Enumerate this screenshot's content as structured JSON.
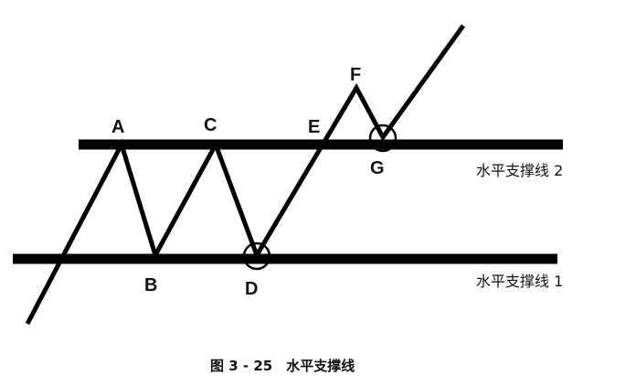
{
  "diagram": {
    "points": {
      "A": "A",
      "B": "B",
      "C": "C",
      "D": "D",
      "E": "E",
      "F": "F",
      "G": "G"
    },
    "support_lines": {
      "upper": "水平支撑线 2",
      "lower": "水平支撑线 1"
    },
    "caption": "图 3 - 25　水平支撑线"
  }
}
